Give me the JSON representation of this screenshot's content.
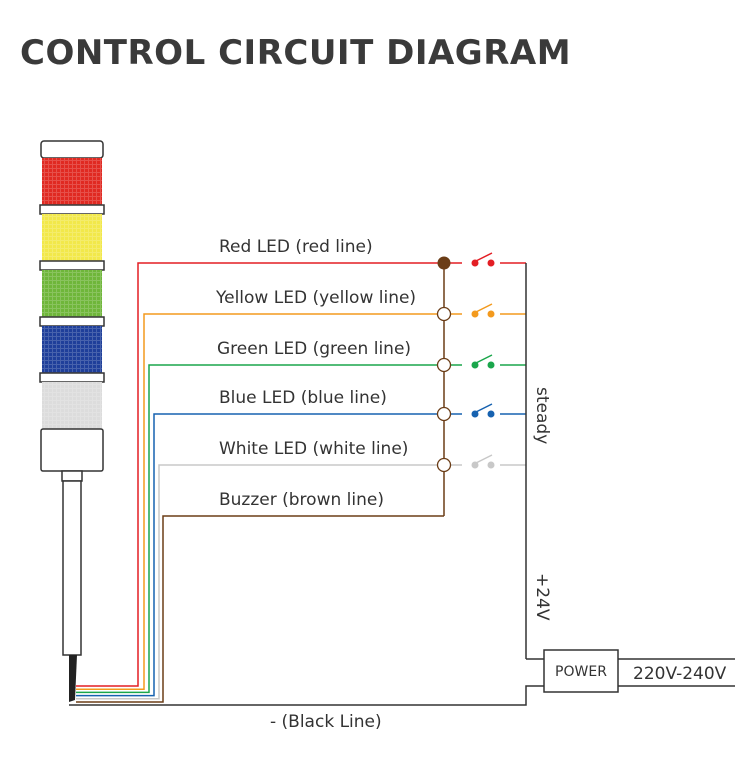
{
  "title": "CONTROL CIRCUIT DIAGRAM",
  "lines": [
    {
      "label": "Red LED (red line)",
      "color": "#e31e24",
      "active": true,
      "switch": true
    },
    {
      "label": "Yellow LED (yellow line)",
      "color": "#f39a1e",
      "active": false,
      "switch": true
    },
    {
      "label": "Green LED (green line)",
      "color": "#1aa64b",
      "active": false,
      "switch": true
    },
    {
      "label": "Blue LED (blue line)",
      "color": "#1762b0",
      "active": false,
      "switch": true
    },
    {
      "label": "White LED (white line)",
      "color": "#c8c8c8",
      "active": false,
      "switch": true
    },
    {
      "label": "Buzzer (brown line)",
      "color": "#6b3d17",
      "active": false,
      "switch": false
    }
  ],
  "steady_label": "steady",
  "plus24_label": "+24V",
  "power_label": "POWER",
  "voltage_label": "220V-240V",
  "black_line_label": "- (Black Line)",
  "tower_colors": {
    "red": "#e02a22",
    "yellow": "#f2e84a",
    "green": "#6fb63a",
    "blue": "#1f3f9a",
    "white": "#dcdcdc",
    "cap": "#ffffff"
  },
  "bus_color": "#6b3d17",
  "wire_color": "#333333"
}
